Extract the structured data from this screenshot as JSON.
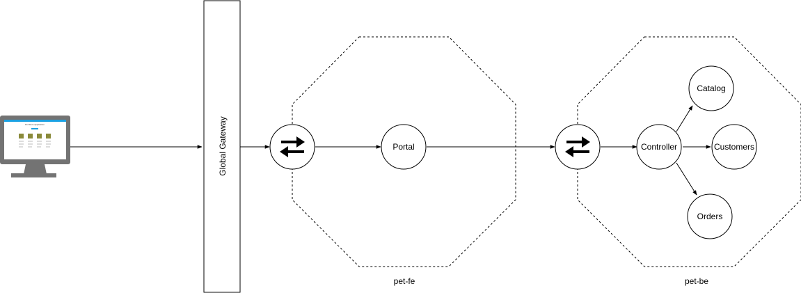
{
  "gateway": {
    "label": "Global Gateway"
  },
  "zones": [
    {
      "id": "fe",
      "label": "pet-fe"
    },
    {
      "id": "be",
      "label": "pet-be"
    }
  ],
  "nodes": {
    "portal": "Portal",
    "controller": "Controller",
    "catalog": "Catalog",
    "customers": "Customers",
    "orders": "Orders"
  },
  "client": {
    "icon": "monitor-icon",
    "screen_title": "Pet Store Application"
  },
  "colors": {
    "stroke": "#000000",
    "monitor": "#737373",
    "screen_bar": "#1ba1e2"
  }
}
